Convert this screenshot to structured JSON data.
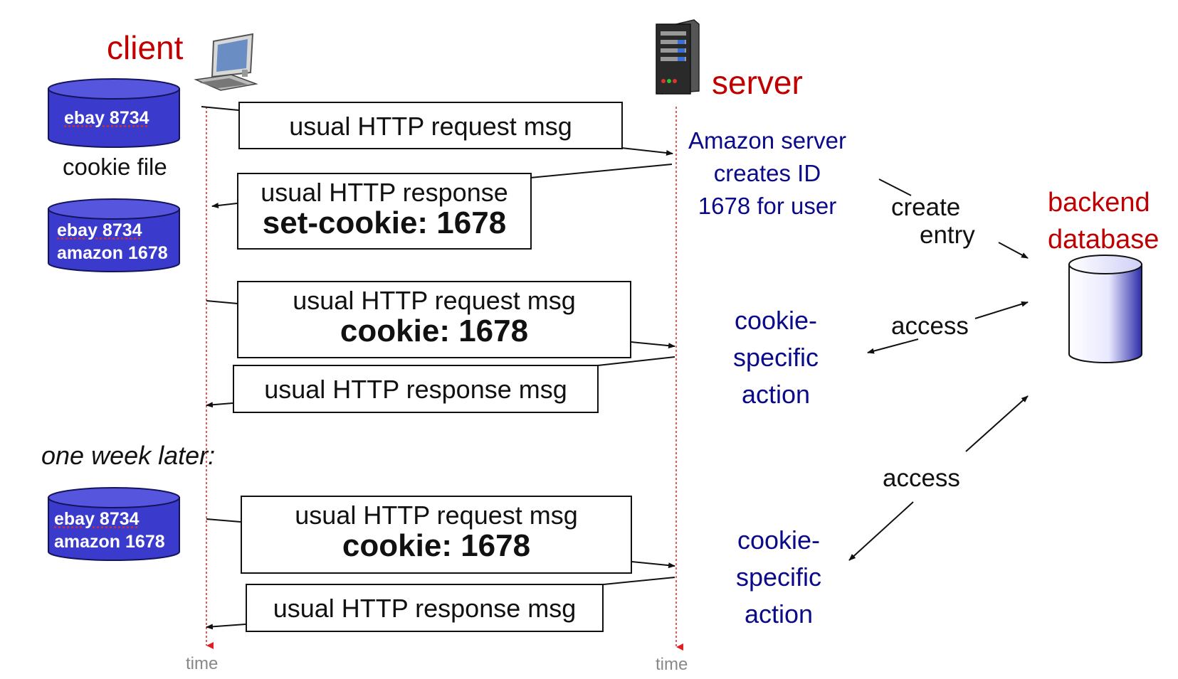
{
  "labels": {
    "client": "client",
    "server": "server",
    "cookie_file": "cookie file",
    "one_week_later": "one week later:",
    "time_client": "time",
    "time_server": "time",
    "backend_line1": "backend",
    "backend_line2": "database",
    "amazon_server": [
      "Amazon server",
      "creates ID",
      "1678 for user"
    ],
    "create_entry": [
      "create",
      "entry"
    ],
    "access_1": "access",
    "access_2": "access",
    "cookie_action_1": [
      "cookie-",
      "specific",
      "action"
    ],
    "cookie_action_2": [
      "cookie-",
      "specific",
      "action"
    ]
  },
  "cookie_files": [
    {
      "lines": [
        "ebay 8734"
      ]
    },
    {
      "lines": [
        "ebay 8734",
        "amazon 1678"
      ]
    },
    {
      "lines": [
        "ebay 8734",
        "amazon 1678"
      ]
    }
  ],
  "messages": [
    {
      "line1": "usual HTTP request msg",
      "line2": ""
    },
    {
      "line1": "usual HTTP response",
      "line2": "set-cookie: 1678"
    },
    {
      "line1": "usual HTTP request msg",
      "line2": "cookie: 1678"
    },
    {
      "line1": "usual HTTP response msg",
      "line2": ""
    },
    {
      "line1": "usual HTTP request msg",
      "line2": "cookie: 1678"
    },
    {
      "line1": "usual HTTP response msg",
      "line2": ""
    }
  ],
  "colors": {
    "cylinder_fill": "#3a3acc",
    "cylinder_stroke": "#14145c",
    "timeline": "#e02020",
    "label_red": "#c00000",
    "label_blue": "#0b0b8a"
  }
}
